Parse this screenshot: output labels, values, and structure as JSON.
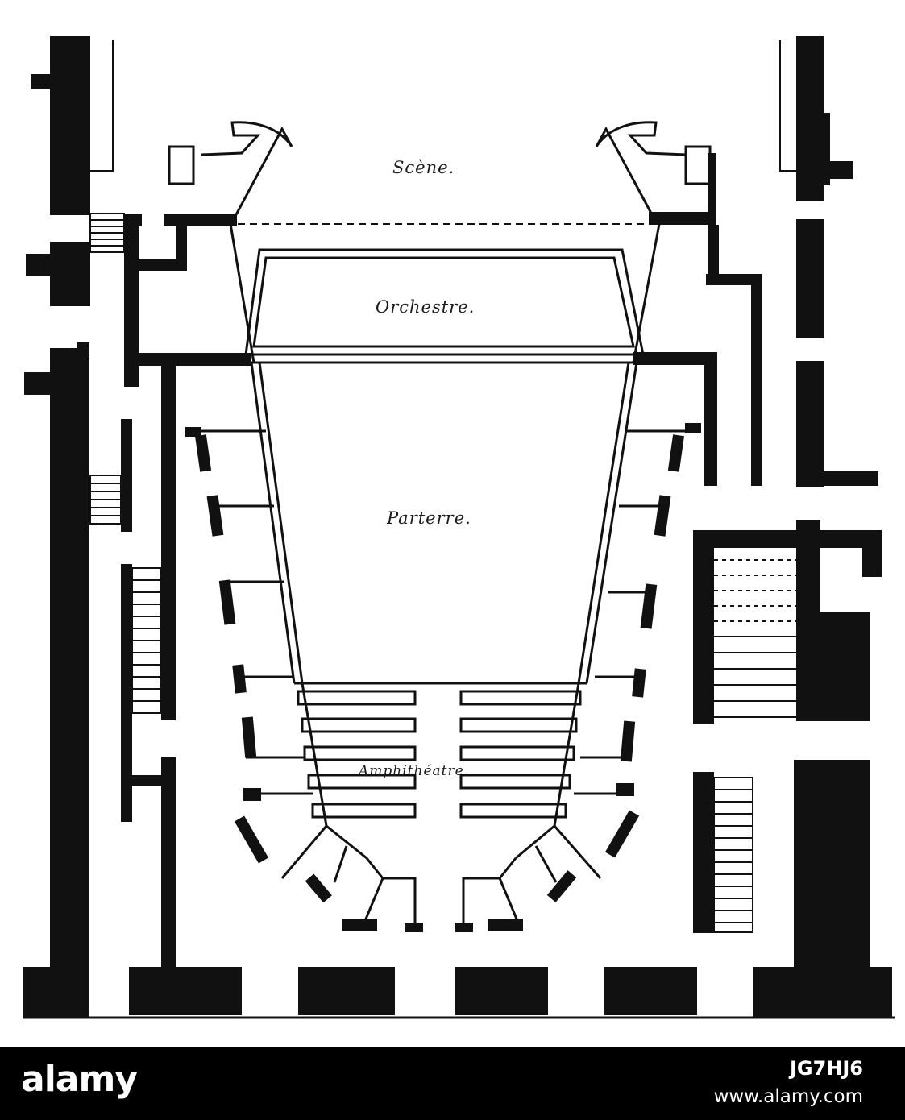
{
  "labels": {
    "scene": "Scène.",
    "orchestre": "Orchestre.",
    "parterre": "Parterre.",
    "amphitheatre": "Amphithéatre."
  },
  "footer": {
    "logo": "alamy",
    "image_id": "JG7HJ6",
    "site": "www.alamy.com"
  },
  "colors": {
    "ink": "#111111",
    "paper": "#ffffff",
    "footer_bg": "#000000"
  }
}
